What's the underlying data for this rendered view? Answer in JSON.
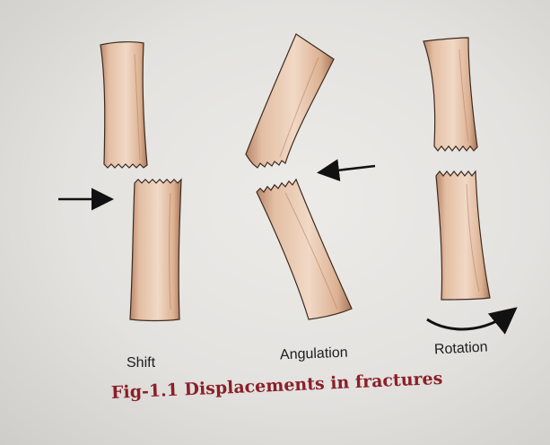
{
  "figure": {
    "labels": {
      "shift": "Shift",
      "angulation": "Angulation",
      "rotation": "Rotation"
    },
    "caption": "Fig-1.1  Displacements in fractures",
    "colors": {
      "bone_fill": "#e7c3a7",
      "bone_shade": "#b98462",
      "bone_outline": "#3d2a1f",
      "arrow": "#111111",
      "caption": "#8c1f27"
    },
    "icons": [
      "shift-arrow-icon",
      "angulation-arrow-icon",
      "rotation-arrow-icon"
    ]
  }
}
